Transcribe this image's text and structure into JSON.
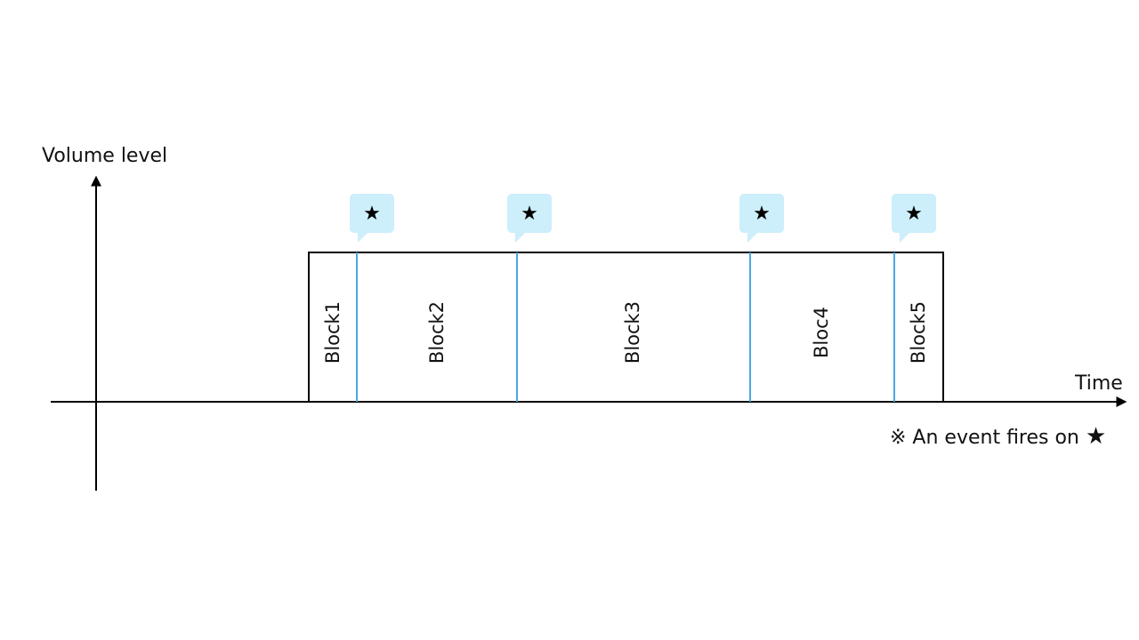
{
  "axes": {
    "y_label": "Volume level",
    "x_label": "Time"
  },
  "blocks": [
    {
      "label": "Block1"
    },
    {
      "label": "Block2"
    },
    {
      "label": "Block3"
    },
    {
      "label": "Bloc4"
    },
    {
      "label": "Block5"
    }
  ],
  "event_marker": "★",
  "note": {
    "prefix": "※ An event fires on",
    "star": "★"
  },
  "colors": {
    "divider": "#4aa8e0",
    "callout_fill": "#cdeefb",
    "outline": "#000000"
  }
}
